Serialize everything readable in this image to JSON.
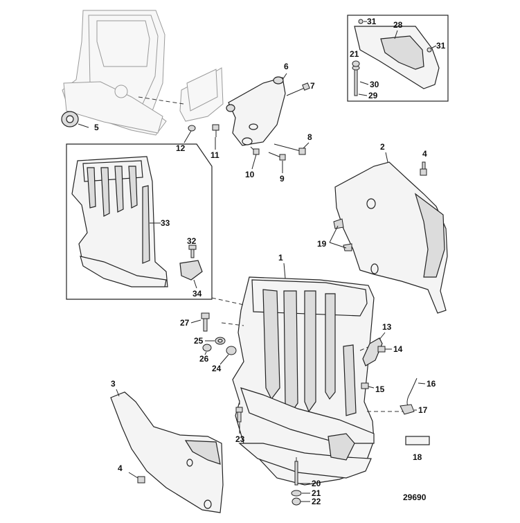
{
  "diagram_id": "29690",
  "callouts": [
    "1",
    "2",
    "3",
    "4",
    "4",
    "5",
    "6",
    "7",
    "8",
    "9",
    "10",
    "11",
    "12",
    "13",
    "14",
    "15",
    "16",
    "17",
    "18",
    "19",
    "20",
    "21",
    "21",
    "22",
    "23",
    "24",
    "25",
    "26",
    "27",
    "28",
    "29",
    "30",
    "31",
    "31",
    "32",
    "33",
    "34"
  ]
}
